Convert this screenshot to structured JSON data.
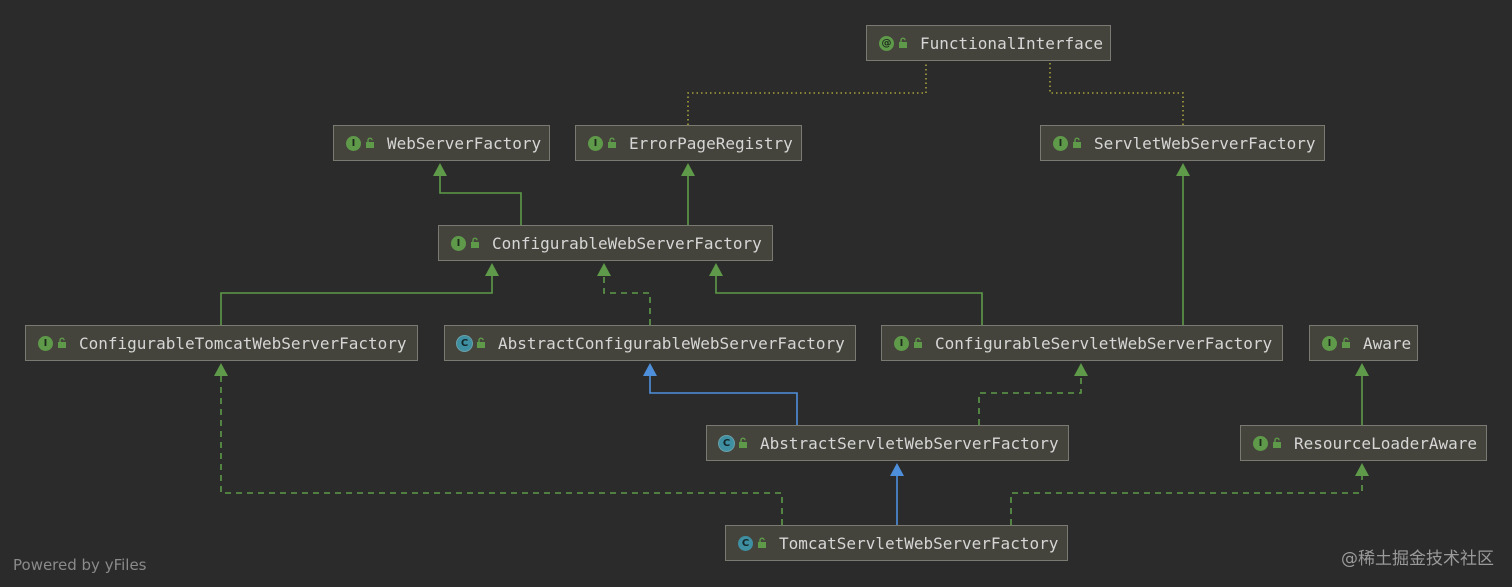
{
  "nodes": {
    "functional_interface": {
      "label": "FunctionalInterface",
      "kind": "@"
    },
    "web_server_factory": {
      "label": "WebServerFactory",
      "kind": "I"
    },
    "error_page_registry": {
      "label": "ErrorPageRegistry",
      "kind": "I"
    },
    "servlet_web_server_factory": {
      "label": "ServletWebServerFactory",
      "kind": "I"
    },
    "configurable_web_server_factory": {
      "label": "ConfigurableWebServerFactory",
      "kind": "I"
    },
    "configurable_tomcat_web_server_factory": {
      "label": "ConfigurableTomcatWebServerFactory",
      "kind": "I"
    },
    "abstract_configurable_web_server_factory": {
      "label": "AbstractConfigurableWebServerFactory",
      "kind": "C"
    },
    "configurable_servlet_web_server_factory": {
      "label": "ConfigurableServletWebServerFactory",
      "kind": "I"
    },
    "aware": {
      "label": "Aware",
      "kind": "I"
    },
    "abstract_servlet_web_server_factory": {
      "label": "AbstractServletWebServerFactory",
      "kind": "C"
    },
    "resource_loader_aware": {
      "label": "ResourceLoaderAware",
      "kind": "I"
    },
    "tomcat_servlet_web_server_factory": {
      "label": "TomcatServletWebServerFactory",
      "kind": "C"
    }
  },
  "edge_styles": {
    "extends_interface": "#5e9a49",
    "implements": "#5e9a49",
    "extends_class": "#4e8fdc",
    "annotated": "#a7a13a"
  },
  "footer": {
    "text": "Powered by yFiles"
  },
  "watermark": {
    "text": "@稀土掘金技术社区"
  }
}
